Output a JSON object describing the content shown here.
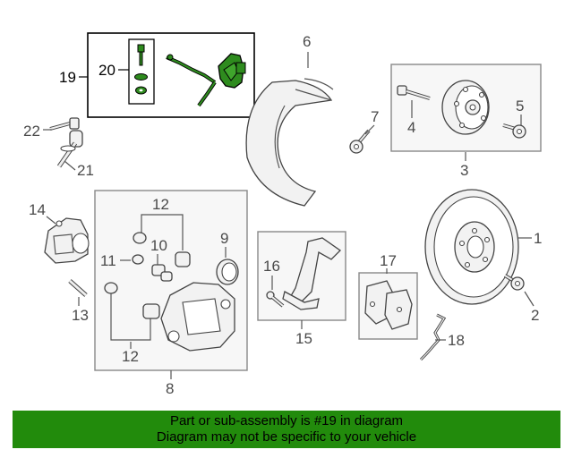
{
  "callouts": {
    "c1": "1",
    "c2": "2",
    "c3": "3",
    "c4": "4",
    "c5": "5",
    "c6": "6",
    "c7": "7",
    "c8": "8",
    "c9": "9",
    "c10": "10",
    "c11": "11",
    "c12a": "12",
    "c12b": "12",
    "c13": "13",
    "c14": "14",
    "c15": "15",
    "c16": "16",
    "c17": "17",
    "c18": "18",
    "c19": "19",
    "c20": "20",
    "c21": "21",
    "c22": "22"
  },
  "banner": {
    "line1": "Part or sub-assembly is #19 in diagram",
    "line2": "Diagram may not be specific to your vehicle"
  },
  "colors": {
    "highlight": "#228b0c",
    "highlight_part": "#2e8b1e"
  }
}
